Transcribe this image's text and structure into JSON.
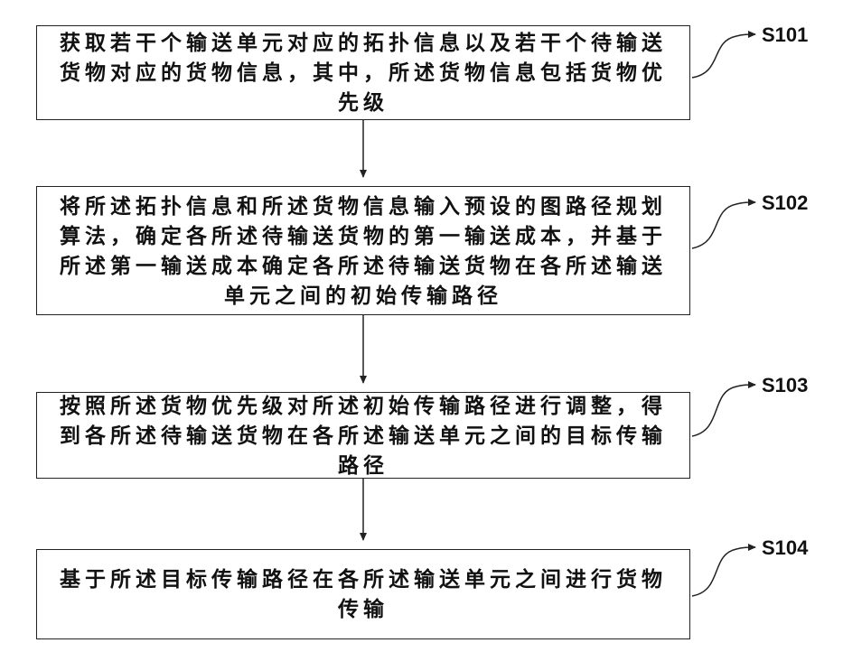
{
  "steps": [
    {
      "id": "S101",
      "text": "获取若干个输送单元对应的拓扑信息以及若干个待输送货物对应的货物信息，其中，所述货物信息包括货物优先级"
    },
    {
      "id": "S102",
      "text": "将所述拓扑信息和所述货物信息输入预设的图路径规划算法，确定各所述待输送货物的第一输送成本，并基于所述第一输送成本确定各所述待输送货物在各所述输送单元之间的初始传输路径"
    },
    {
      "id": "S103",
      "text": "按照所述货物优先级对所述初始传输路径进行调整，得到各所述待输送货物在各所述输送单元之间的目标传输路径"
    },
    {
      "id": "S104",
      "text": "基于所述目标传输路径在各所述输送单元之间进行货物传输"
    }
  ],
  "colors": {
    "line": "#222222",
    "background": "#ffffff"
  }
}
